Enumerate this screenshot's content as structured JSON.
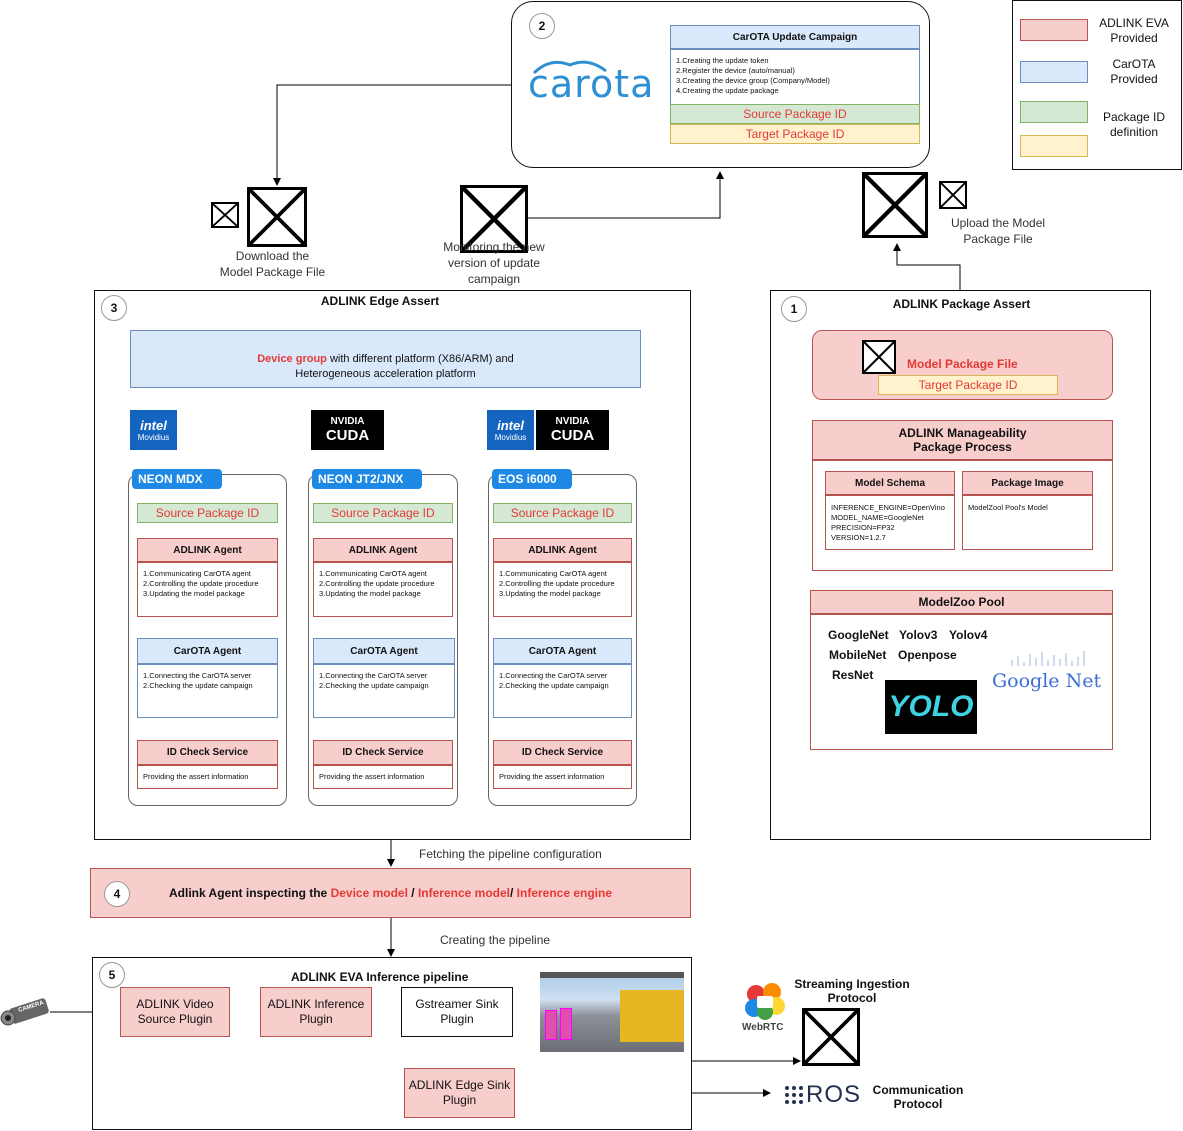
{
  "legend": {
    "items": [
      {
        "label": "ADLINK EVA\nProvided",
        "color": "#f8cecc"
      },
      {
        "label": "CarOTA\nProvided",
        "color": "#dae8fc"
      },
      {
        "label": "Package ID\ndefinition",
        "color": "#d5e8d4"
      }
    ]
  },
  "carota": {
    "number": "2",
    "logo_text": "carota",
    "campaign_title": "CarOTA Update Campaign",
    "campaign_steps": "1.Creating the update token\n2.Register the device (auto/manual)\n3.Creating the device group (Company/Model)\n4.Creating the update package",
    "source_id": "Source Package ID",
    "target_id": "Target Package ID"
  },
  "flow_labels": {
    "download": "Download the\nModel Package File",
    "monitor": "Monitoring the new\nversion of update\ncampaign",
    "upload": "Upload the Model\nPackage File",
    "fetch": "Fetching the pipeline configuration",
    "create": "Creating the pipeline"
  },
  "edge": {
    "number": "3",
    "title": "ADLINK Edge Assert",
    "device_group_hl": "Device group",
    "device_group_rest": " with different platform (X86/ARM) and\nHeterogeneous acceleration platform",
    "devices": [
      {
        "name": "NEON MDX",
        "source_id": "Source Package ID",
        "agent_title": "ADLINK Agent",
        "agent_text": "1.Communicating CarOTA agent\n2.Controlling the update procedure\n3.Updating the model package",
        "carota_title": "CarOTA Agent",
        "carota_text": "1.Connecting the CarOTA server\n2.Checking the update campaign",
        "id_title": "ID Check Service",
        "id_text": "Providing the assert information"
      },
      {
        "name": "NEON JT2/JNX",
        "source_id": "Source Package ID",
        "agent_title": "ADLINK Agent",
        "agent_text": "1.Communicating CarOTA agent\n2.Controlling the update procedure\n3.Updating the model package",
        "carota_title": "CarOTA Agent",
        "carota_text": "1.Connecting the CarOTA server\n2.Checking the update campaign",
        "id_title": "ID Check Service",
        "id_text": "Providing the assert information"
      },
      {
        "name": "EOS i6000",
        "source_id": "Source Package ID",
        "agent_title": "ADLINK Agent",
        "agent_text": "1.Communicating CarOTA agent\n2.Controlling the update procedure\n3.Updating the model package",
        "carota_title": "CarOTA Agent",
        "carota_text": "1.Connecting the CarOTA server\n2.Checking the update campaign",
        "id_title": "ID Check Service",
        "id_text": "Providing the assert information"
      }
    ],
    "logos": {
      "intel": "intel",
      "movidius": "Movidius",
      "nvidia": "NVIDIA",
      "cuda": "CUDA"
    }
  },
  "package": {
    "number": "1",
    "title": "ADLINK Package Assert",
    "model_file": "Model Package File",
    "target_id": "Target Package ID",
    "process_title": "ADLINK Manageability\nPackage Process",
    "schema_title": "Model Schema",
    "schema_text": "INFERENCE_ENGINE=OpenVino\nMODEL_NAME=GoogleNet\nPRECISION=FP32\nVERSION=1.2.7",
    "image_title": "Package Image",
    "image_text": "ModelZool Pool's Model",
    "pool_title": "ModelZoo Pool",
    "models": [
      "GoogleNet",
      "Yolov3",
      "Yolov4",
      "MobileNet",
      "Openpose",
      "ResNet"
    ],
    "yolo_logo": "YOLO",
    "googlenet_logo": "Google Net"
  },
  "inspect": {
    "number": "4",
    "prefix": "Adlink Agent inspecting the ",
    "device_model": "Device model",
    "sep1": " / ",
    "inference_model": "Inference model",
    "sep2": "/ ",
    "inference_engine": "Inference engine"
  },
  "pipeline": {
    "number": "5",
    "title": "ADLINK EVA Inference pipeline",
    "video_source": "ADLINK Video\nSource Plugin",
    "inference": "ADLINK Inference\nPlugin",
    "gst_sink": "Gstreamer Sink\nPlugin",
    "edge_sink": "ADLINK Edge Sink\nPlugin",
    "streaming": "Streaming Ingestion\nProtocol",
    "communication": "Communication\nProtocol",
    "webrtc": "WebRTC",
    "ros": "ROS",
    "camera": "CAMERA"
  }
}
